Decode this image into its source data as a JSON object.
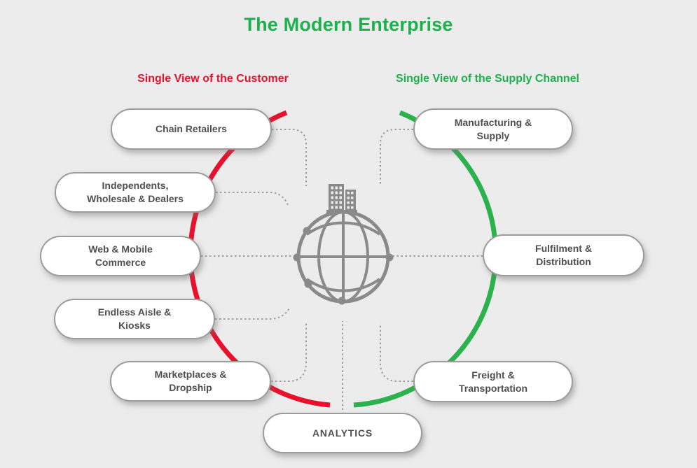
{
  "title": {
    "text": "The Modern Enterprise"
  },
  "groups": {
    "customer": {
      "heading": "Single View of the Customer",
      "color": "#e8112d"
    },
    "supply": {
      "heading": "Single View of the Supply Channel",
      "color": "#1fb04c"
    }
  },
  "nodes": {
    "chain_retailers": {
      "lines": [
        "Chain Retailers"
      ]
    },
    "independents": {
      "lines": [
        "Independents,",
        "Wholesale & Dealers"
      ]
    },
    "web_mobile": {
      "lines": [
        "Web & Mobile",
        "Commerce"
      ]
    },
    "endless_aisle": {
      "lines": [
        "Endless Aisle &",
        "Kiosks"
      ]
    },
    "marketplaces": {
      "lines": [
        "Marketplaces &",
        "Dropship"
      ]
    },
    "manufacturing": {
      "lines": [
        "Manufacturing &",
        "Supply"
      ]
    },
    "fulfilment": {
      "lines": [
        "Fulfilment &",
        "Distribution"
      ]
    },
    "freight": {
      "lines": [
        "Freight &",
        "Transportation"
      ]
    },
    "analytics": {
      "lines": [
        "ANALYTICS"
      ]
    }
  },
  "center_icon": "globe-with-buildings",
  "colors": {
    "background": "#ececec",
    "arc_red": "#e8112d",
    "arc_green": "#2bb24c",
    "globe_gray": "#8a8a8a",
    "connector_gray": "#9e9e9e",
    "pill_border": "#9c9c9c",
    "pill_text": "#4e4f51"
  }
}
